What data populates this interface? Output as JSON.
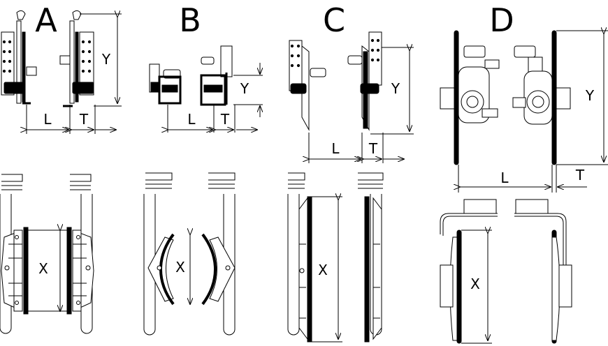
{
  "variants": [
    {
      "letter": "A",
      "dims": {
        "y": "Y",
        "l": "L",
        "t": "T",
        "x": "X"
      }
    },
    {
      "letter": "B",
      "dims": {
        "y": "Y",
        "l": "L",
        "t": "T",
        "x": "X"
      }
    },
    {
      "letter": "C",
      "dims": {
        "y": "Y",
        "l": "L",
        "t": "T",
        "x": "X"
      }
    },
    {
      "letter": "D",
      "dims": {
        "y": "Y",
        "l": "L",
        "t": "T",
        "x": "X"
      }
    }
  ]
}
